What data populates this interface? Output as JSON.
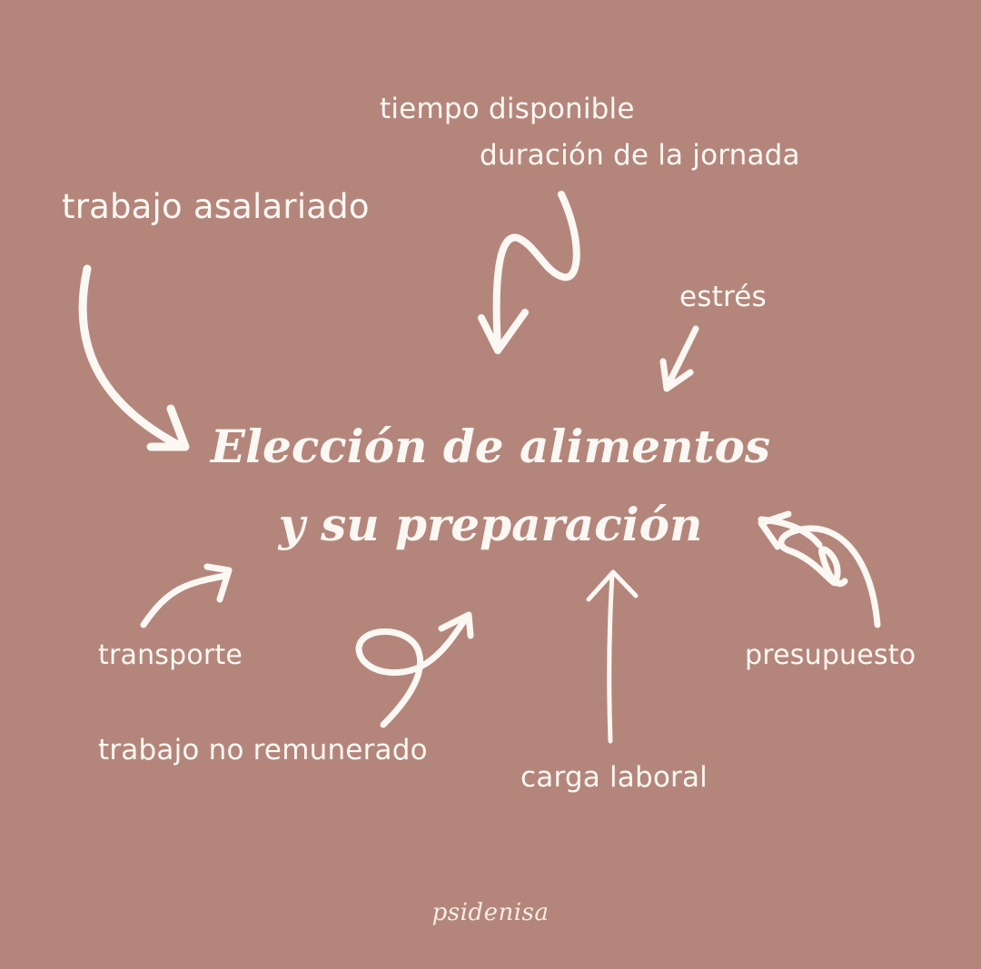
{
  "diagram": {
    "title_line1": "Elección de alimentos",
    "title_line2": "y su preparación",
    "factors": {
      "tiempo_disponible": "tiempo disponible",
      "duracion_jornada": "duración de la jornada",
      "trabajo_asalariado": "trabajo asalariado",
      "estres": "estrés",
      "transporte": "transporte",
      "trabajo_no_remunerado": "trabajo no remunerado",
      "carga_laboral": "carga laboral",
      "presupuesto": "presupuesto"
    },
    "signature": "psidenisa"
  },
  "colors": {
    "background": "#b4867b",
    "foreground": "#fbf7f3"
  }
}
